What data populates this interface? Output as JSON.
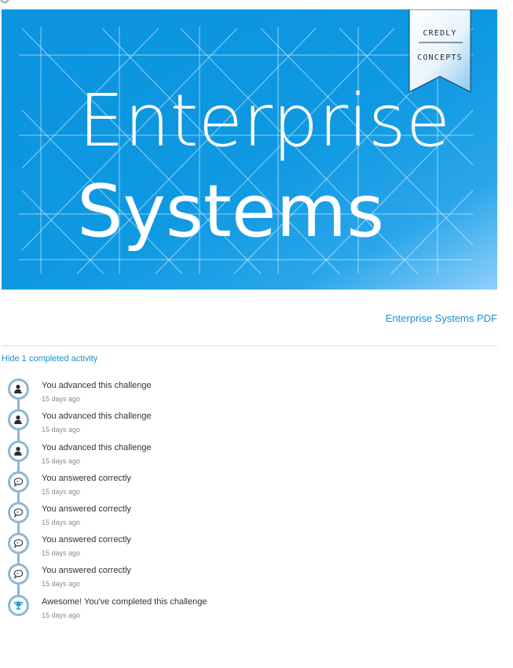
{
  "banner": {
    "title_line1": "Enterprise",
    "title_line2": "Systems",
    "ribbon_top": "CREDLY",
    "ribbon_bottom": "CONCEPTS"
  },
  "resources": {
    "pdf_link": "Enterprise Systems PDF"
  },
  "activity_toggle": "Hide 1 completed activity",
  "activities": [
    {
      "text": "You advanced this challenge",
      "time": "15 days ago",
      "icon": "user-advance-icon"
    },
    {
      "text": "You advanced this challenge",
      "time": "15 days ago",
      "icon": "user-advance-icon"
    },
    {
      "text": "You advanced this challenge",
      "time": "15 days ago",
      "icon": "user-advance-icon"
    },
    {
      "text": "You answered correctly",
      "time": "15 days ago",
      "icon": "speech-bubble-icon"
    },
    {
      "text": "You answered correctly",
      "time": "15 days ago",
      "icon": "speech-bubble-icon"
    },
    {
      "text": "You answered correctly",
      "time": "15 days ago",
      "icon": "speech-bubble-icon"
    },
    {
      "text": "You answered correctly",
      "time": "15 days ago",
      "icon": "speech-bubble-icon"
    },
    {
      "text": "Awesome! You've completed this challenge",
      "time": "15 days ago",
      "icon": "trophy-icon"
    }
  ],
  "colors": {
    "link": "#1a8fd3",
    "timeline": "#8eb7d1",
    "banner_blue": "#0d96e0",
    "trophy": "#1e9bd7"
  }
}
